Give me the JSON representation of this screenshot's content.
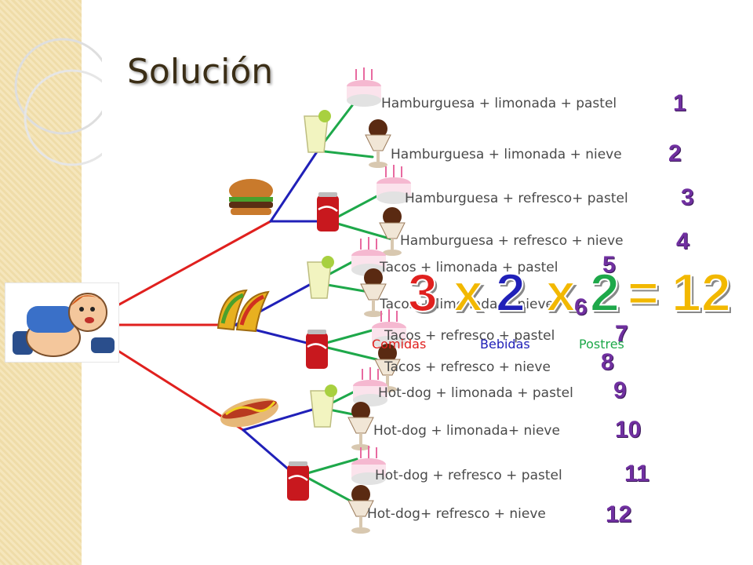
{
  "title": "Solución",
  "combinations": [
    {
      "text": "Hamburguesa + limonada + pastel",
      "number": "1"
    },
    {
      "text": "Hamburguesa + limonada + nieve",
      "number": "2"
    },
    {
      "text": "Hamburguesa + refresco+ pastel",
      "number": "3"
    },
    {
      "text": "Hamburguesa + refresco + nieve",
      "number": "4"
    },
    {
      "text": "Tacos + limonada + pastel",
      "number": "5"
    },
    {
      "text": "Tacos + limonada + nieve",
      "number": "6"
    },
    {
      "text": "Tacos + refresco + pastel",
      "number": "7"
    },
    {
      "text": "Tacos + refresco + nieve",
      "number": "8"
    },
    {
      "text": "Hot-dog + limonada + pastel",
      "number": "9"
    },
    {
      "text": "Hot-dog + limonada+ nieve",
      "number": "10"
    },
    {
      "text": "Hot-dog + refresco + pastel",
      "number": "11"
    },
    {
      "text": "Hot-dog+ refresco + nieve",
      "number": "12"
    }
  ],
  "equation": {
    "a": "3",
    "op1": "x",
    "b": "2",
    "op2": "x",
    "c": "2",
    "eq": "=",
    "result": "12"
  },
  "category_labels": {
    "food": "Comidas",
    "drinks": "Bebidas",
    "desserts": "Postres"
  },
  "colors": {
    "food_branch": "#e0201e",
    "drink_branch": "#2020b8",
    "dessert_branch": "#1ea84a",
    "number": "#7030a0",
    "equation": "#f2b800",
    "sidebar": "#f3e3b5"
  }
}
